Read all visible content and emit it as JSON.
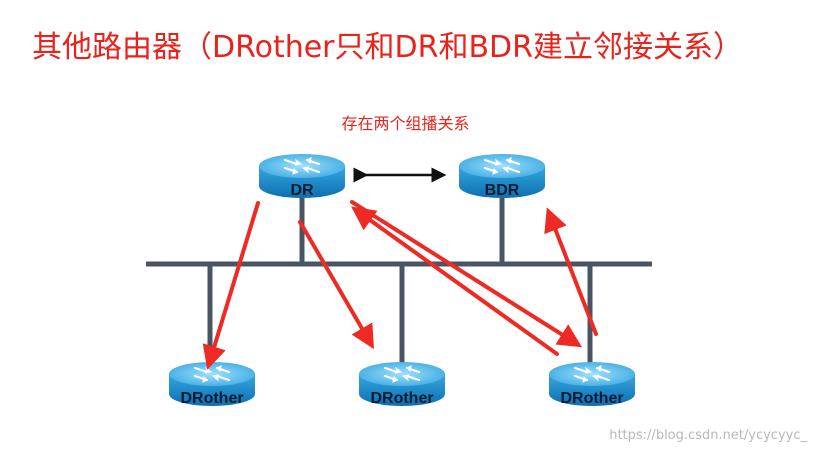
{
  "title": "其他路由器（DRother只和DR和BDR建立邻接关系）",
  "subtitle": "存在两个组播关系",
  "watermark": "https://blog.csdn.net/ycycyyc_",
  "routers": {
    "dr": "DR",
    "bdr": "BDR",
    "drother_1": "DRother",
    "drother_2": "DRother",
    "drother_3": "DRother"
  },
  "colors": {
    "title": "#e8231c",
    "arrow": "#ee2a24",
    "bus": "#4a5563",
    "router_body": "#1e8fd0",
    "router_top": "#6cc6f0"
  }
}
